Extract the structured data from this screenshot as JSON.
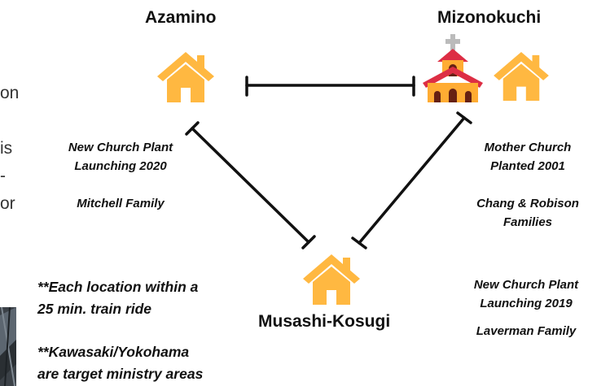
{
  "locations": {
    "azamino": "Azamino",
    "mizonokuchi": "Mizonokuchi",
    "musashi_kosugi": "Musashi-Kosugi"
  },
  "notes": {
    "azamino_plant": [
      "New Church Plant",
      "Launching 2020"
    ],
    "azamino_family": "Mitchell Family",
    "mizonokuchi_mother": [
      "Mother Church",
      "Planted 2001"
    ],
    "mizonokuchi_families": [
      "Chang & Robison",
      "Families"
    ],
    "musashi_plant": [
      "New Church Plant",
      "Launching 2019"
    ],
    "musashi_family": "Laverman Family"
  },
  "footnotes": {
    "train": [
      "**Each location within a",
      "25 min. train ride"
    ],
    "target": [
      "**Kawasaki/Yokohama",
      "are target ministry areas"
    ]
  },
  "left_fragments": [
    "on",
    "is",
    "-",
    "or"
  ],
  "icons": {
    "house": "house-icon",
    "church": "church-icon"
  },
  "colors": {
    "house": "#FFB841",
    "church_roof": "#DD2E44",
    "church_wall": "#FFAC33",
    "cross": "#BBBBBB",
    "connector": "#111111"
  }
}
